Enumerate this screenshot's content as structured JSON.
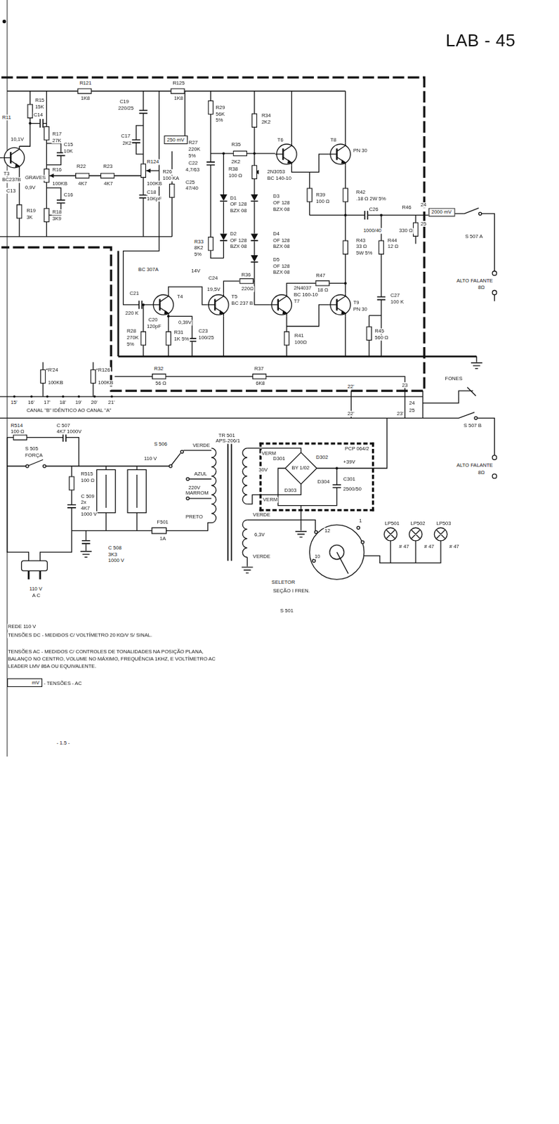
{
  "diagram": {
    "title": "LAB - 45",
    "nodes": [
      {
        "text": [
          "250 mV"
        ]
      },
      {
        "text": [
          "2000 mV"
        ]
      },
      {
        "text": [
          "PCP 064/2"
        ]
      },
      {
        "text": [
          "mV"
        ]
      }
    ],
    "labels": [
      "R121",
      "1K8",
      "R125",
      "1K8",
      "R11",
      "R15",
      "15K",
      "C14",
      "10,1V",
      "T3",
      "BC237B",
      "C13",
      "0,9V",
      "R19",
      "3K",
      "R17",
      "27K",
      "C15",
      "10K",
      "GRAVES",
      "R16",
      "100KB",
      "C16",
      "R18",
      "3K9",
      "R22",
      "4K7",
      "R23",
      "4K7",
      "R124",
      "100KB",
      "C19",
      "220/25",
      "C17",
      "2K2",
      "C18",
      "10KpF",
      "R27",
      "220K",
      "5%",
      "R26",
      "100 KA",
      "R29",
      "56K",
      "5%",
      "R34",
      "2K2",
      "C22",
      "4,7/63",
      "C25",
      "47/40",
      "R35",
      "2K2",
      "R38",
      "100 Ω",
      "T6",
      "2N3053",
      "BC 140-10",
      "T8",
      "PN 30",
      "D1",
      "OF 128",
      "BZX 08",
      "D3",
      "OF 128",
      "BZX 08",
      "R39",
      "100 Ω",
      "R42",
      ".18 Ω 2W 5%",
      "C26",
      "1000/40",
      "R46",
      "330 Ω",
      "24",
      "25",
      "S 507 A",
      "R43",
      "33 Ω",
      "5W 5%",
      "R44",
      "12 Ω",
      "R33",
      "8K2",
      "5%",
      "D2",
      "OF 128",
      "BZX 08",
      "D4",
      "OF 128",
      "BZX 08",
      "D5",
      "OF 128",
      "BZX 08",
      "R47",
      "18 Ω",
      "ALTO FALANTE",
      "8Ω",
      "BC 307A",
      "T4",
      "14V",
      "C21",
      "220 K",
      "C24",
      "19,5V",
      "R36",
      "220Ω",
      "C20",
      "120pF",
      "0,39V",
      "T5",
      "BC 237 B",
      "2N4037",
      "BC 160-10",
      "T7",
      "T9",
      "PN 30",
      "C27",
      "100 K",
      "R28",
      "270K",
      "5%",
      "R31",
      "1K 5%",
      "C23",
      "100/25",
      "R41",
      "100Ω",
      "R45",
      "560 Ω",
      "R32",
      "56 Ω",
      "R37",
      "6K8",
      "R'24",
      "100KB",
      "R126",
      "100KB",
      "15'",
      "16'",
      "17'",
      "18'",
      "19'",
      "20'",
      "21'",
      "CANAL \"B\" IDÊNTICO AO CANAL \"A\"",
      "22'",
      "23",
      "24",
      "25",
      "22'",
      "23'",
      "FONES",
      "S 507 B",
      "ALTO FALANTE",
      "8Ω",
      "R514",
      "100 Ω",
      "C 507",
      "4K7 1000V",
      "S 505",
      "FORÇA",
      "R515",
      "100 Ω",
      "C 509",
      "2x",
      "4K7",
      "1000 V",
      "C 508",
      "3K3",
      "1000 V",
      "S 506",
      "110 V",
      "220V",
      "F501",
      "1A",
      "TR 501",
      "APS-206/1",
      "VERDE",
      "AZUL",
      "MARROM",
      "PRETO",
      "6,3V",
      "VERDE",
      "VERDE",
      "VERM",
      "30V",
      "VERM",
      "D301",
      "D302",
      "D303",
      "D304",
      "BY 1/02",
      "+39V",
      "C301",
      "2500/50",
      "SELETOR",
      "SEÇÃO I FREN.",
      "S 501",
      "12",
      "1",
      "10",
      "LP501",
      "LP502",
      "LP503",
      "# 47",
      "# 47",
      "# 47",
      "110 V",
      "A C",
      "REDE 110 V",
      "TENSÕES DC - MEDIDOS C/ VOLTÍMETRO 20 KΩ/V S/ SINAL.",
      "TENSÕES AC - MEDIDOS C/ CONTROLES DE TONALIDADES NA POSIÇÃO PLANA, BALANÇO NO CENTRO, VOLUME NO MÁXIMO, FREQUÊNCIA 1KHZ, E VOLTÍMETRO AC LEADER LMV 86A OU EQUIVALENTE.",
      "- TENSÕES - AC",
      "- 1.5 -"
    ]
  }
}
